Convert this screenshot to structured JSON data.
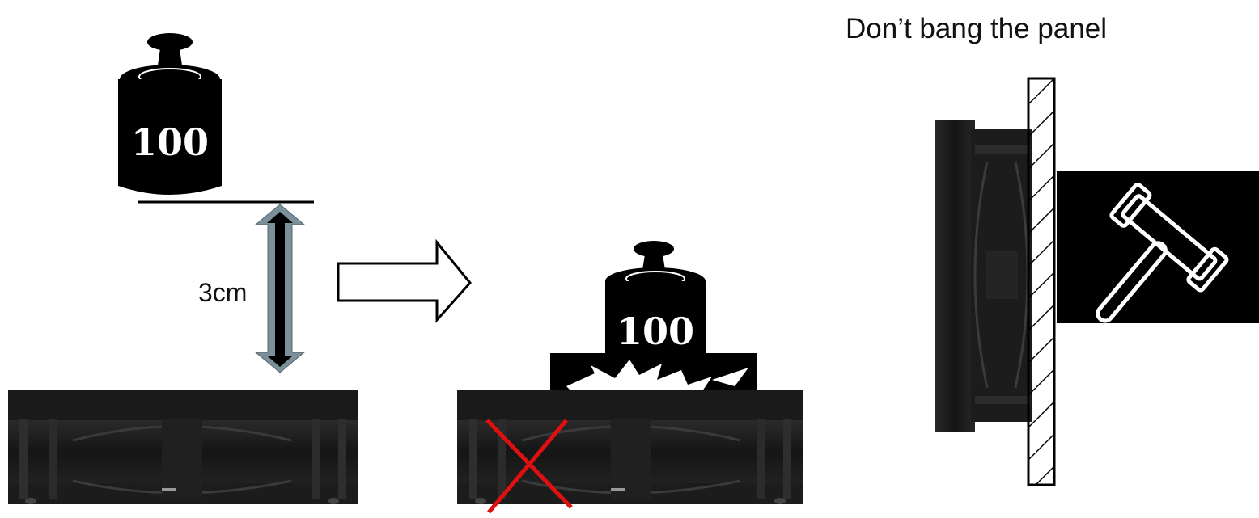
{
  "annotations": {
    "height_label": "3cm",
    "panel_warning": "Don’t bang the panel"
  },
  "weights": {
    "top_weight_label": "100",
    "impact_weight_label": "100"
  },
  "icons": [
    "weight-icon",
    "right-arrow-icon",
    "double-arrow-icon",
    "impact-burst-icon",
    "hammer-icon",
    "red-x-icon"
  ],
  "colors": {
    "ink": "#000000",
    "fan_body": "#1b1b1b",
    "fan_highlight": "#3a3a3a",
    "arrow_fill": "#7b9098",
    "cross": "#e01010",
    "background": "#ffffff"
  }
}
